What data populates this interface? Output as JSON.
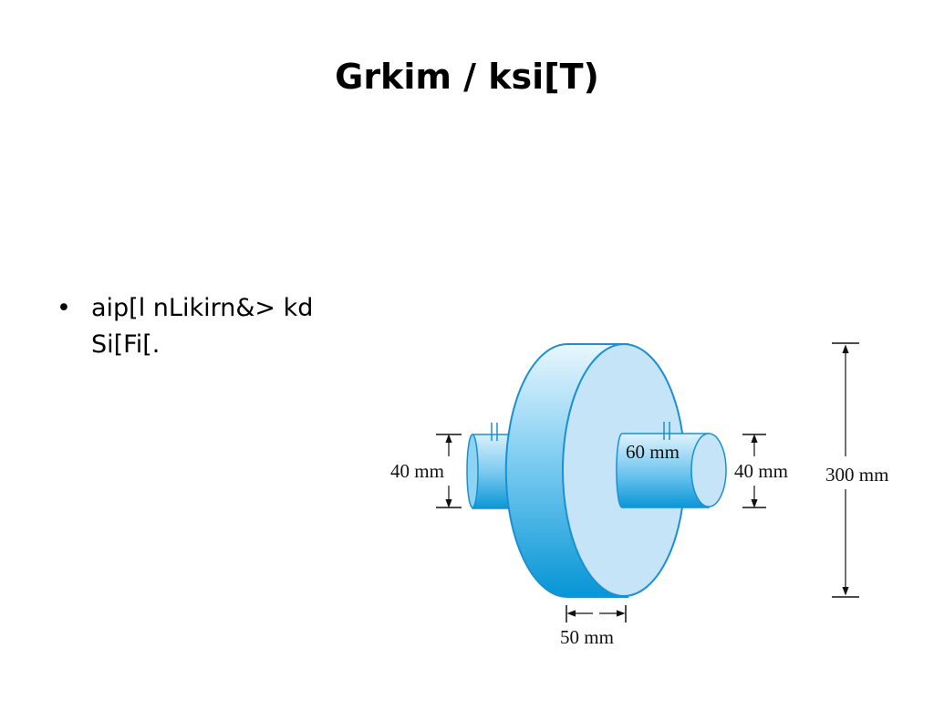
{
  "slide": {
    "title": "Grkim / ksi[T)",
    "bullet_lines": [
      "aip[l nLikirn&> kd",
      "Si[Fi[."
    ]
  },
  "figure": {
    "labels": {
      "left_shaft_diameter": "40 mm",
      "right_shaft_length": "60 mm",
      "right_shaft_diameter": "40 mm",
      "disk_diameter": "300 mm",
      "disk_thickness": "50 mm"
    },
    "colors": {
      "disk_face": "#c5e3f6",
      "disk_rim_light": "#e6f5fd",
      "disk_rim_dark": "#0a9ad8",
      "outline": "#1a8fd2",
      "shaft_dark": "#1aa1dd"
    }
  }
}
